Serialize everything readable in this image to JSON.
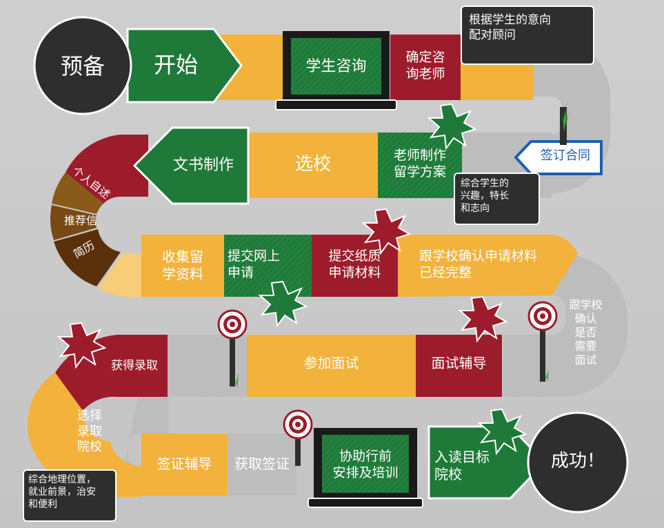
{
  "colors": {
    "orange": "#f3b23c",
    "green": "#1f7a3a",
    "red": "#9c1c2b",
    "gray": "#bdbdbd",
    "brown_dark": "#6b3a0c",
    "brown_mid": "#8a5a1a",
    "dark": "#2e2e2e",
    "blue": "#1a5fb4"
  },
  "steps": {
    "prepare": "预备",
    "start": "开始",
    "consult": "学生咨询",
    "assign": "确定咨\n询老师",
    "contract": "签订合同",
    "plan": "老师制作\n留学方案",
    "school": "选校",
    "essay": "文书制作",
    "statement": "个人自述",
    "recommend": "推荐信",
    "resume": "简历",
    "collect": "收集留\n学资料",
    "online": "提交网上\n申请",
    "paper": "提交纸质\n申请材料",
    "confirm": "跟学校确认申请材料\n已经完整",
    "interview_q": "跟学校\n确认\n是否\n需要\n面试",
    "coach": "面试辅导",
    "interview": "参加面试",
    "admit": "获得录取",
    "choose": "选择\n录取\n院校",
    "visa_coach": "签证辅导",
    "visa": "获取签证",
    "predeparture": "协助行前\n安排及培训",
    "enroll": "入读目标\n院校",
    "success": "成功！"
  },
  "notes": {
    "match": "根据学生的意向\n配对顾问",
    "interest": "综合学生的\n兴趣，特长\n和志向",
    "location": "综合地理位置，\n就业前景，治安\n和便利"
  }
}
